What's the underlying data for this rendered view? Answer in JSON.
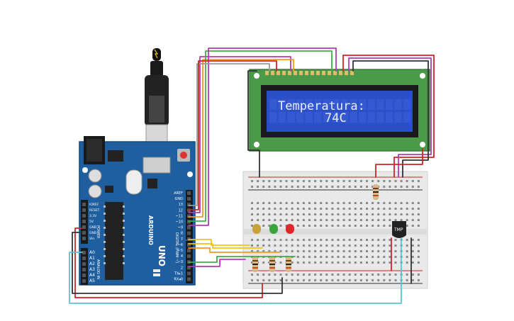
{
  "lcd": {
    "line1": "Temperatura:",
    "line2": "74C"
  },
  "arduino": {
    "brand": "ARDUINO",
    "model": "UNO",
    "digital_label": "DIGITAL (PWM ~)",
    "analog_label": "ANALOG IN",
    "power_label": "POWER",
    "header_digital": [
      "AREF",
      "GND",
      "13",
      "12",
      "~11",
      "~10",
      "~9",
      "8",
      "7",
      "~6",
      "~5",
      "4",
      "~3",
      "2",
      "TX▸1",
      "RX◂0"
    ],
    "header_power": [
      "IOREF",
      "RESET",
      "3.3V",
      "5V",
      "GND",
      "GND",
      "Vin"
    ],
    "header_analog": [
      "A0",
      "A1",
      "A2",
      "A3",
      "A4",
      "A5"
    ]
  },
  "sensor": {
    "label": "TMP"
  },
  "colors": {
    "board": "#1f5f9f",
    "lcd_pcb": "#4a9a4a",
    "lcd_screen": "#2b4fc7",
    "lcd_text": "#e8ecff",
    "wire_red": "#d1222a",
    "wire_black": "#333333",
    "wire_green": "#3cb043",
    "wire_orange": "#f39a1e",
    "wire_purple": "#b23bb5",
    "wire_yellow": "#f0c419",
    "wire_cyan": "#5bc3cf"
  }
}
